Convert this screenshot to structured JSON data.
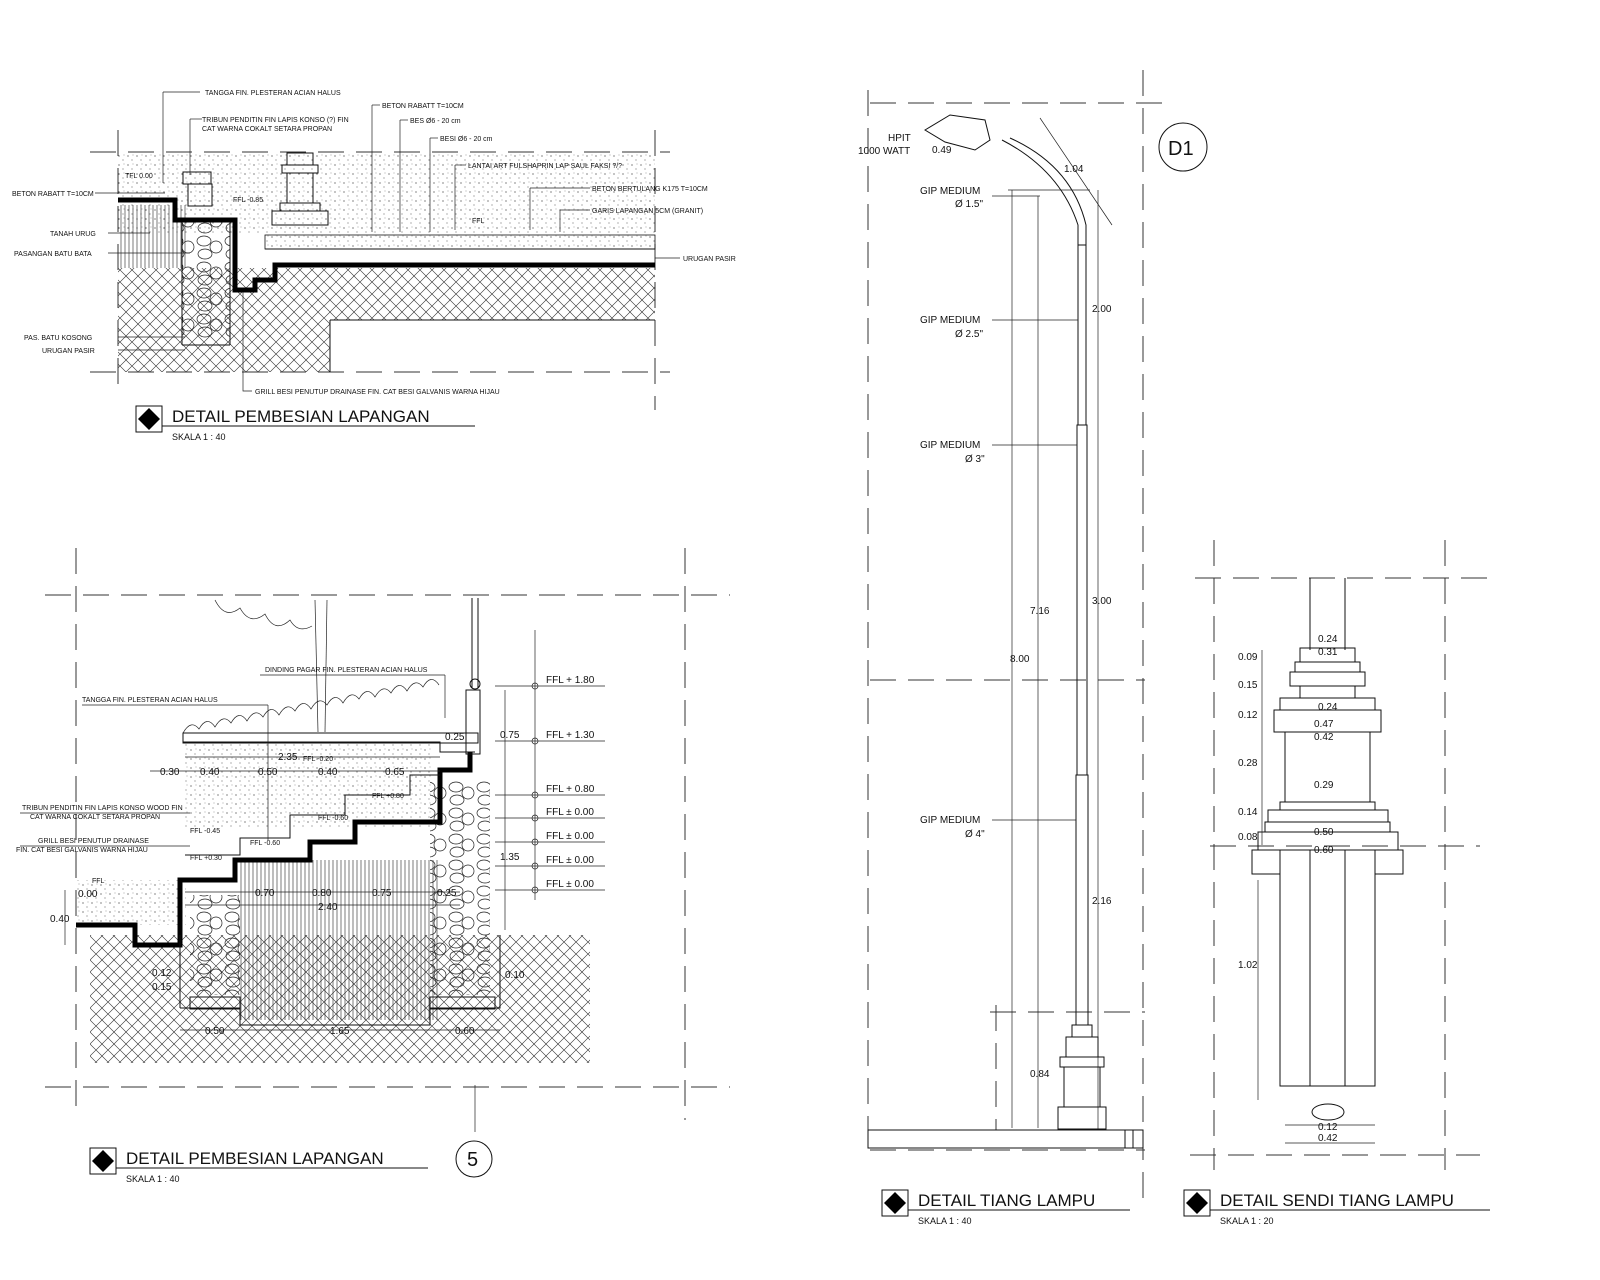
{
  "details": {
    "top_left": {
      "title": "DETAIL PEMBESIAN LAPANGAN",
      "scale": "SKALA 1 : 40",
      "labels": {
        "tangga": "TANGGA FIN. PLESTERAN ACIAN HALUS",
        "tribun1": "TRIBUN PENDITIN FIN LAPIS KONSO (?) FIN",
        "tribun2": "CAT WARNA COKALT SETARA PROPAN",
        "beton_rabatt_top": "BETON RABATT T=10CM",
        "bes1": "BES Ø6 - 20 cm",
        "besi2": "BESI Ø6 - 20 cm",
        "lantai": "LANTAI ART FULSHAPRIN LAP SAUL FAKSI ?/?",
        "beton_bertulang": "BETON BERTULANG K175 T=10CM",
        "garis": "GARIS LAPANGAN 5CM (GRANIT)",
        "ffl": "FFL",
        "beton_rabatt_left": "BETON RABATT T=10CM",
        "tanah": "TANAH URUG",
        "pasangan": "PASANGAN BATU BATA",
        "urugan_right": "URUGAN PASIR",
        "pas_batu": "PAS. BATU KOSONG",
        "urugan_left": "URUGAN PASIR",
        "grill": "GRILL BESI PENUTUP DRAINASE FIN. CAT BESI GALVANIS WARNA HIJAU",
        "tfl": "TFL 0.00",
        "ffl_small": "FFL -0.85"
      }
    },
    "bottom_left": {
      "title": "DETAIL PEMBESIAN LAPANGAN",
      "scale": "SKALA 1 : 40",
      "number": "5",
      "labels": {
        "dinding": "DINDING PAGAR FIN. PLESTERAN ACIAN HALUS",
        "tangga": "TANGGA FIN. PLESTERAN ACIAN HALUS",
        "tribun1": "TRIBUN PENDITIN FIN LAPIS KONSO WOOD FIN",
        "tribun2": "CAT WARNA COKALT SETARA PROPAN",
        "grill1": "GRILL BESI PENUTUP DRAINASE",
        "grill2": "FIN. CAT BESI GALVANIS WARNA HIJAU",
        "ffl": "FFL"
      },
      "levels": [
        "FFL + 1.80",
        "FFL + 1.30",
        "FFL + 0.80",
        "FFL ± 0.00",
        "FFL ± 0.00",
        "FFL ± 0.00",
        "FFL ± 0.00"
      ],
      "dims": {
        "d_030": "0.30",
        "d_040a": "0.40",
        "d_050": "0.50",
        "d_040b": "0.40",
        "d_065": "0.65",
        "d_235": "2.35",
        "d_075": "0.75",
        "d_135": "1.35",
        "d_040l": "0.40",
        "d_070": "0.70",
        "d_080": "0.80",
        "d_075b": "0.75",
        "d_025": "0.25",
        "d_240": "2.40",
        "d_050b": "0.50",
        "d_165": "1.65",
        "d_060": "0.60",
        "d_010": "0.10",
        "d_025b": "0.25",
        "d_012": "0.12",
        "d_015": "0.15",
        "d_000": "0.00",
        "ffl_m020": "FFL -0.20",
        "ffl_p080": "FFL +0.80",
        "ffl_m060": "FFL -0.60",
        "ffl_m045": "FFL -0.45",
        "ffl_p030": "FFL +0.30",
        "ffl_060": "FFL -0.60"
      }
    },
    "lamp": {
      "title": "DETAIL TIANG LAMPU",
      "scale": "SKALA 1 : 40",
      "tag": "D1",
      "hpit": "HPIT",
      "watt": "1000 WATT",
      "d_049": "0.49",
      "d_104": "1.04",
      "gip": [
        {
          "name": "GIP MEDIUM",
          "dia": "Ø 1.5\""
        },
        {
          "name": "GIP MEDIUM",
          "dia": "Ø 2.5\""
        },
        {
          "name": "GIP MEDIUM",
          "dia": "Ø 3\""
        },
        {
          "name": "GIP MEDIUM",
          "dia": "Ø 4\""
        }
      ],
      "dims": {
        "d_200": "2.00",
        "d_300": "3.00",
        "d_716": "7.16",
        "d_800": "8.00",
        "d_216": "2.16",
        "d_084": "0.84"
      }
    },
    "sendi": {
      "title": "DETAIL SENDI TIANG LAMPU",
      "scale": "SKALA 1 : 20",
      "dims": {
        "d_024a": "0.24",
        "d_031": "0.31",
        "d_009": "0.09",
        "d_015": "0.15",
        "d_024b": "0.24",
        "d_012a": "0.12",
        "d_047": "0.47",
        "d_042a": "0.42",
        "d_028": "0.28",
        "d_029": "0.29",
        "d_014": "0.14",
        "d_050": "0.50",
        "d_008": "0.08",
        "d_060": "0.60",
        "d_102": "1.02",
        "d_012b": "0.12",
        "d_042b": "0.42"
      }
    }
  }
}
